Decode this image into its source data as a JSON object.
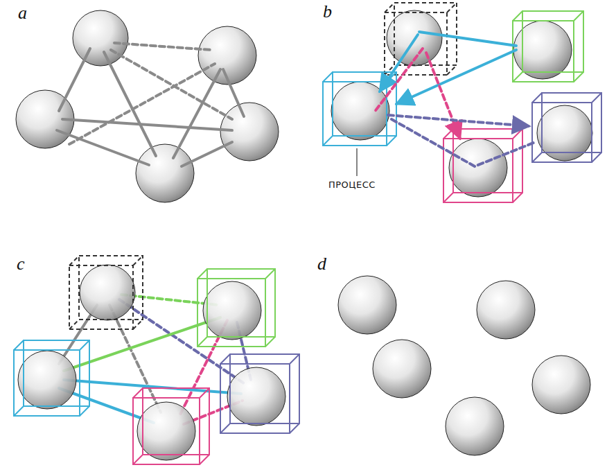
{
  "diagram": {
    "labels": [
      "a",
      "b",
      "c",
      "d",
      "ПРОЦЕСС"
    ]
  }
}
